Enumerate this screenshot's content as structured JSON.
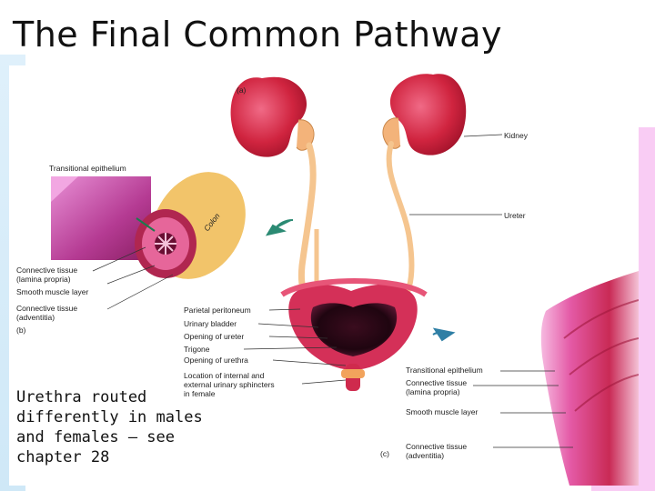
{
  "slide": {
    "title": "The Final Common Pathway",
    "caption": "Urethra routed differently in males and females – see chapter 28"
  },
  "figure": {
    "panel_a": "(a)",
    "panel_b": "(b)",
    "panel_c": "(c)",
    "colon_label": "Colon",
    "labels": {
      "kidney": "Kidney",
      "ureter": "Ureter",
      "transitional_epithelium_b": "Transitional epithelium",
      "connective_tissue_lp_b_1": "Connective tissue",
      "connective_tissue_lp_b_2": "(lamina propria)",
      "smooth_muscle_layer_b": "Smooth muscle layer",
      "connective_tissue_adv_b_1": "Connective tissue",
      "connective_tissue_adv_b_2": "(adventitia)",
      "parietal_peritoneum": "Parietal peritoneum",
      "urinary_bladder": "Urinary bladder",
      "opening_of_ureter": "Opening of ureter",
      "trigone": "Trigone",
      "opening_of_urethra": "Opening of urethra",
      "sphincters_1": "Location of internal and",
      "sphincters_2": "external urinary sphincters",
      "sphincters_3": "in female",
      "transitional_epithelium_c": "Transitional epithelium",
      "connective_tissue_lp_c_1": "Connective tissue",
      "connective_tissue_lp_c_2": "(lamina propria)",
      "smooth_muscle_layer_c": "Smooth muscle layer",
      "connective_tissue_adv_c_1": "Connective tissue",
      "connective_tissue_adv_c_2": "(adventitia)"
    }
  }
}
